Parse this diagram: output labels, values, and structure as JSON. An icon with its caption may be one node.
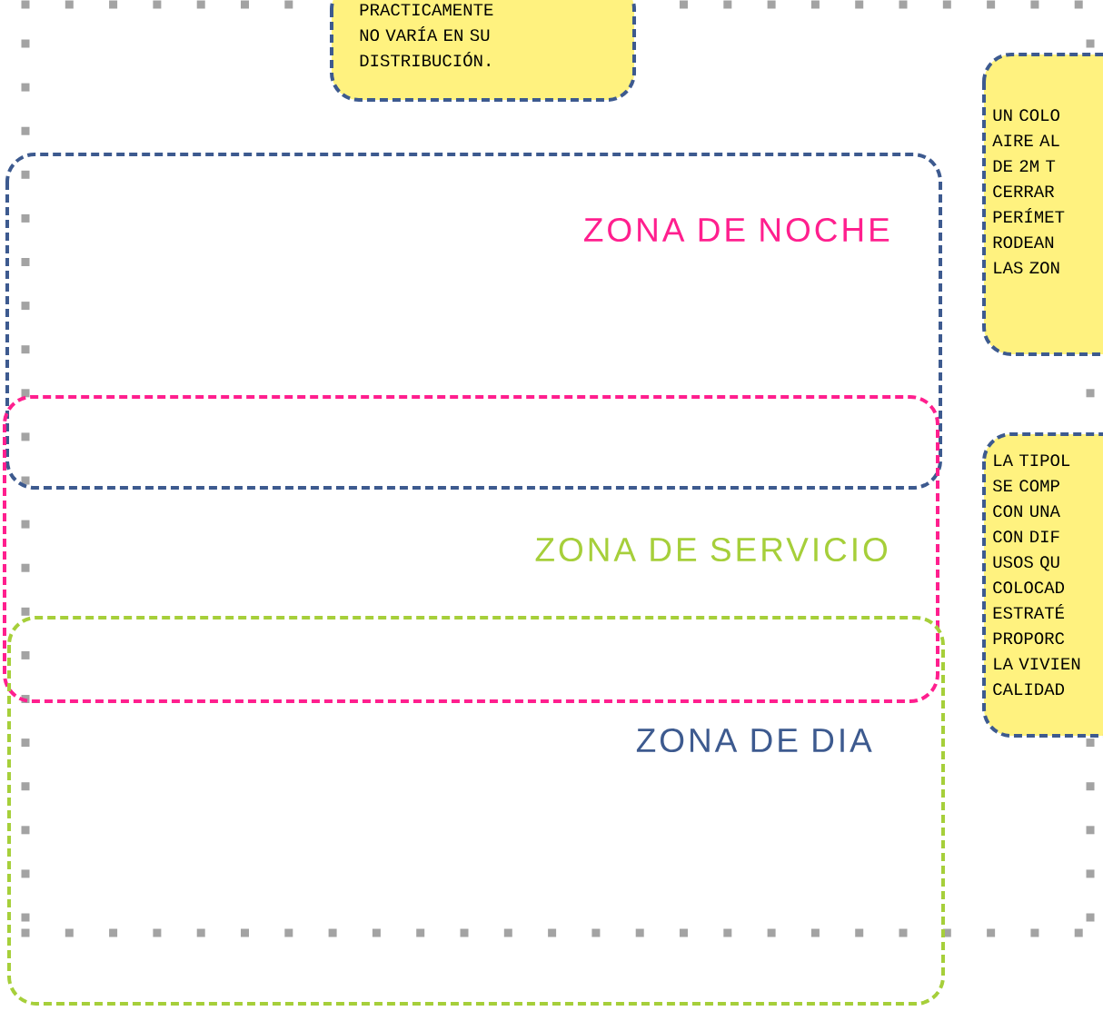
{
  "diagram": {
    "nodes": [
      {
        "text": [
          "PRACTICAMENTE NO VARÍA EN SU DISTRIBUCIÓN."
        ]
      },
      {
        "text": [
          "UN COLO AIRE AL DE 2M T CERRAR PERÍMET RODEAN LAS ZON"
        ]
      },
      {
        "text": [
          "LA TIPOL SE COMP CON UNA CON DIF USOS QU COLOCAD ESTRATÉ PROPORC LA VIVIEN CALIDAD"
        ]
      },
      {
        "text": [
          "ZONA DE NOCHE"
        ]
      },
      {
        "text": [
          "ZONA DE SERVICIO"
        ]
      },
      {
        "text": [
          "ZONA DE DIA"
        ]
      }
    ]
  }
}
